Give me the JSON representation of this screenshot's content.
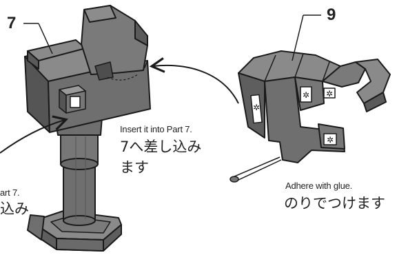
{
  "labels": {
    "part7_number": "7",
    "part9_number": "9",
    "insert_en": "Insert it into Part 7.",
    "insert_jp_line1": "7へ差し込み",
    "insert_jp_line2": "ます",
    "left_en_partial": "art 7.",
    "left_jp_partial": "込み",
    "glue_en": "Adhere with glue.",
    "glue_jp": "のりでつけます"
  },
  "colors": {
    "part_fill": "#6f6f6f",
    "part_dark": "#555555",
    "part_light": "#8a8a8a",
    "outline": "#1a1a1a",
    "background": "#ffffff"
  },
  "icons": {
    "arrow_glue": "curved-arrow",
    "arrow_insert": "curved-arrow",
    "glue_brush": "brush-icon",
    "glue_mark": "asterisk-glue-icon"
  }
}
